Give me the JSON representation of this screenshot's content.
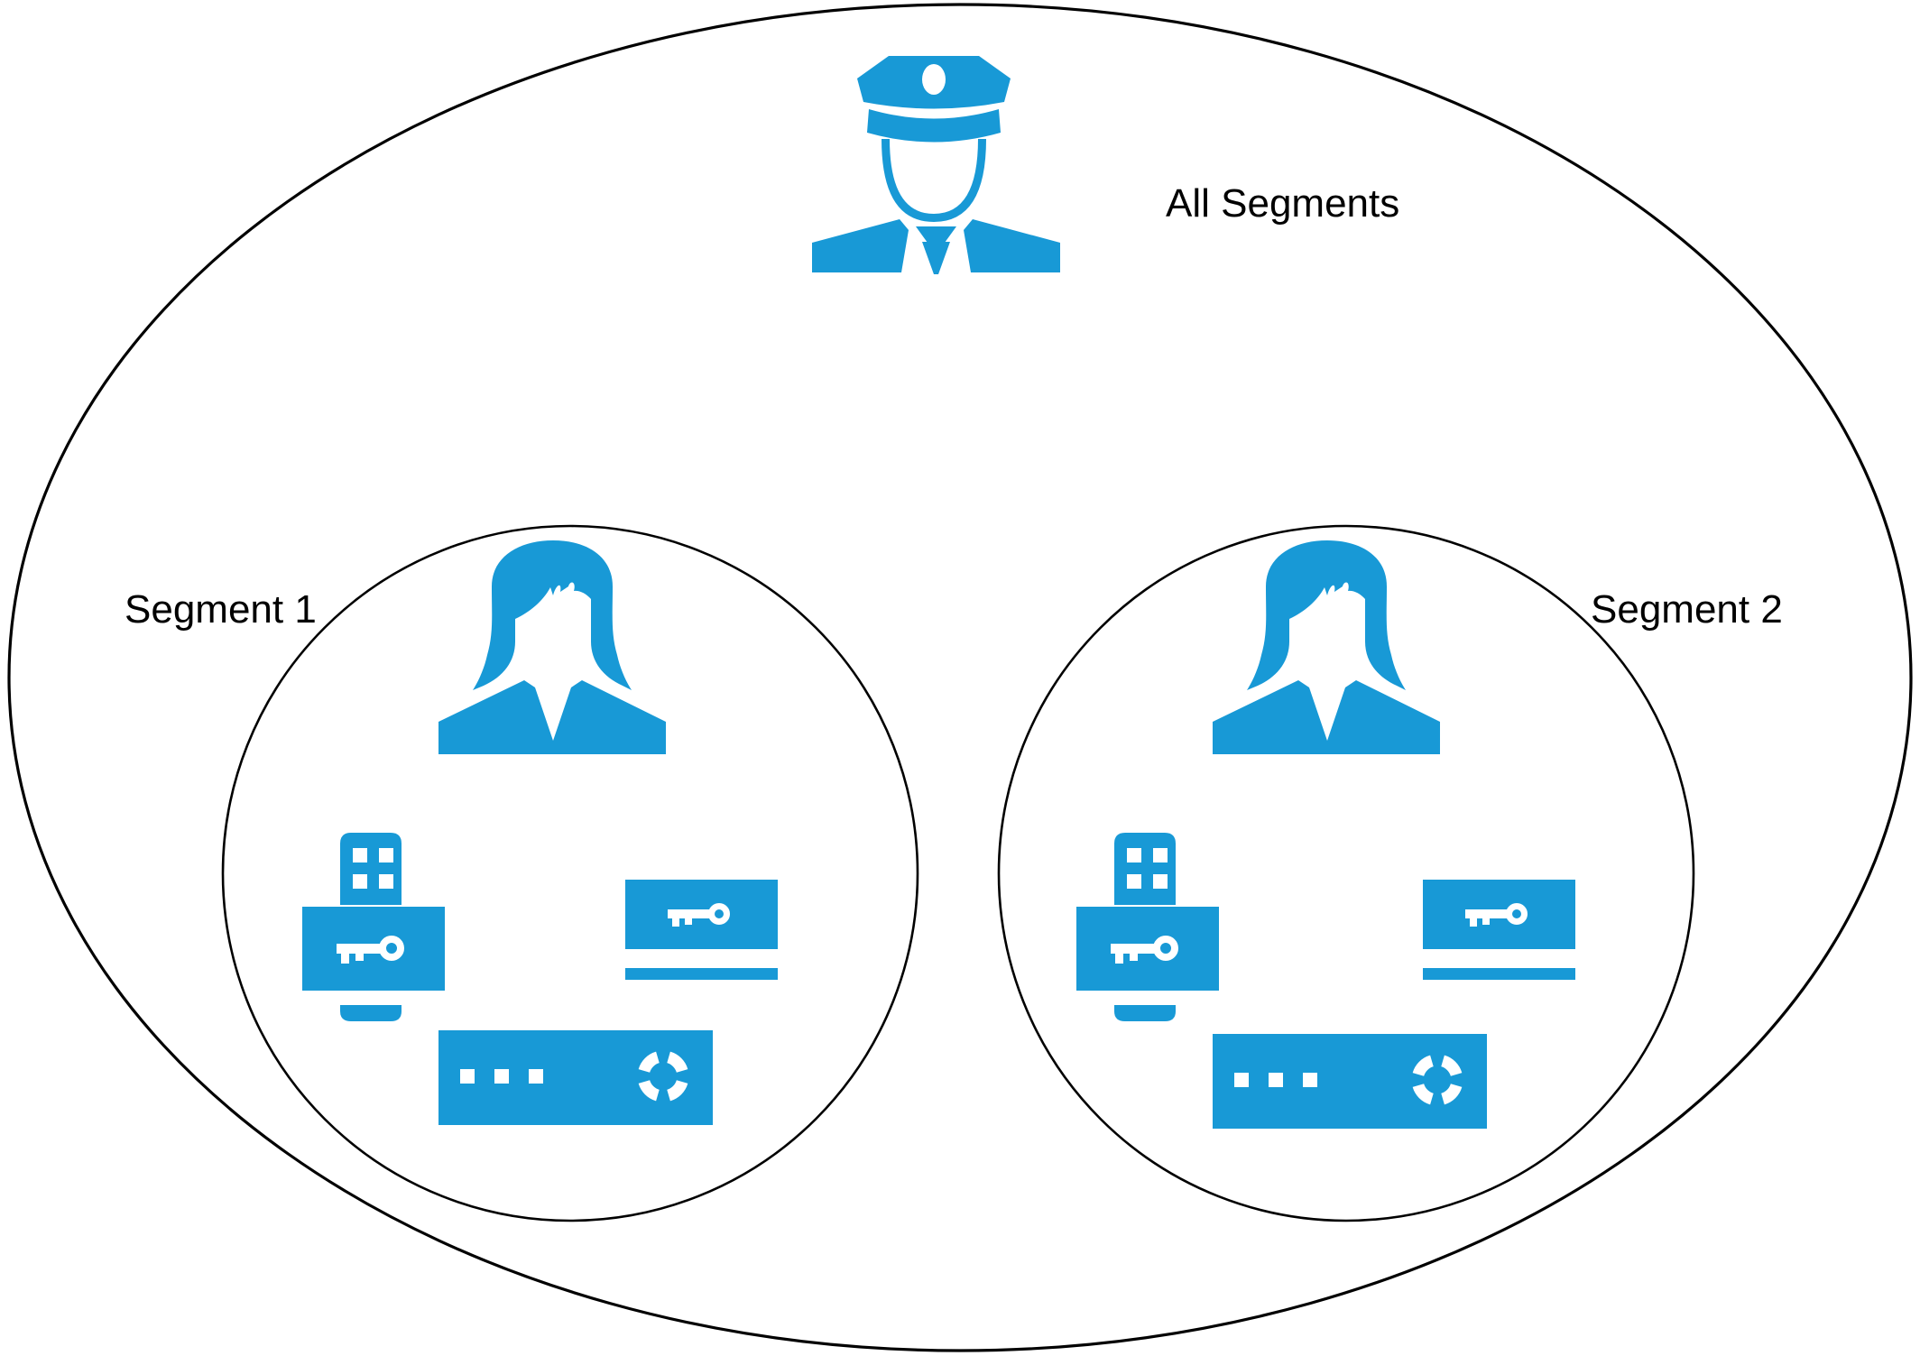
{
  "diagram": {
    "colors": {
      "icon_blue": "#1899D6",
      "outline_black": "#000000",
      "background_white": "#FFFFFF"
    },
    "outer_group": {
      "label": "All Segments",
      "icon": "security-officer-icon"
    },
    "segments": [
      {
        "label": "Segment 1",
        "icons": [
          "woman-user-icon",
          "usb-key-token-icon",
          "smart-card-key-icon",
          "server-appliance-icon"
        ]
      },
      {
        "label": "Segment 2",
        "icons": [
          "woman-user-icon",
          "usb-key-token-icon",
          "smart-card-key-icon",
          "server-appliance-icon"
        ]
      }
    ]
  }
}
